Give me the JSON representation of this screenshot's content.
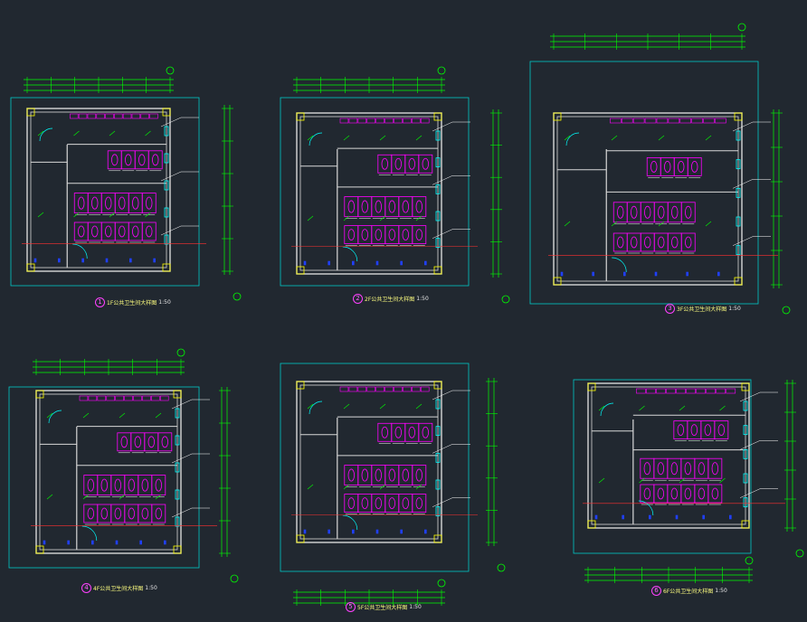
{
  "drawing": {
    "background": "#212830",
    "colors": {
      "outline": "#00c8c8",
      "wall": "#d8d8d8",
      "dimension": "#00ff00",
      "fixture": "#ff00ff",
      "annotation": "#ffffff",
      "door": "#00ffff",
      "marker": "#ffff00",
      "section_line": "#ff3030",
      "blue_marks": "#2040ff"
    },
    "plans": [
      {
        "index": "1",
        "name": "1F公共卫生间大样图",
        "scale": "1:50"
      },
      {
        "index": "2",
        "name": "2F公共卫生间大样图",
        "scale": "1:50"
      },
      {
        "index": "3",
        "name": "3F公共卫生间大样图",
        "scale": "1:50"
      },
      {
        "index": "4",
        "name": "4F公共卫生间大样图",
        "scale": "1:50"
      },
      {
        "index": "5",
        "name": "5F公共卫生间大样图",
        "scale": "1:50"
      },
      {
        "index": "6",
        "name": "6F公共卫生间大样图",
        "scale": "1:50"
      }
    ]
  }
}
